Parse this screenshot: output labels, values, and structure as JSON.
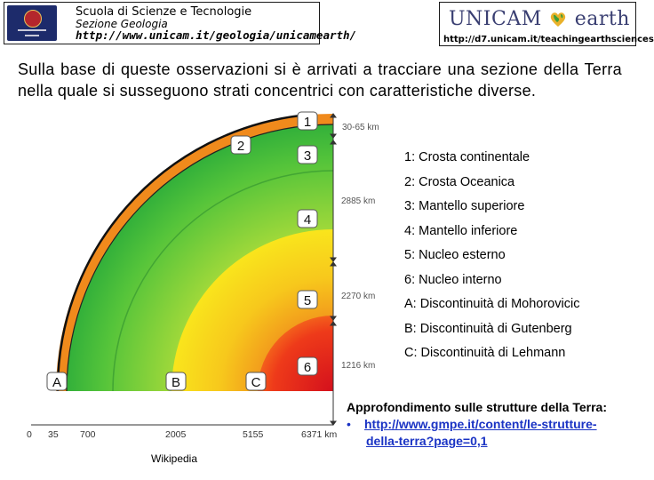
{
  "header": {
    "institution": "Scuola di Scienze e Tecnologie",
    "section": "Sezione Geologia",
    "url": "http://www.unicam.it/geologia/unicamearth/",
    "brand_left": "UNICAM",
    "brand_right": "earth",
    "brand_url": "http://d7.unicam.it/teachingearthsciences"
  },
  "intro": {
    "line1": "Sulla base di queste osservazioni si è arrivati a tracciare una sezione della Terra",
    "line2": "nella quale si susseguono strati concentrici con caratteristiche diverse."
  },
  "diagram": {
    "layer_markers": [
      "1",
      "2",
      "3",
      "4",
      "5",
      "6"
    ],
    "boundary_markers": [
      "A",
      "B",
      "C"
    ],
    "thickness_labels": [
      "30-65 km",
      "2885 km",
      "2270 km",
      "1216 km"
    ],
    "depth_ticks": [
      "0",
      "35",
      "700",
      "2005",
      "5155",
      "6371 km"
    ],
    "colors": {
      "crust": "#f28c1c",
      "mantle_outer": "#3cb53c",
      "mantle_inner": "#7ed13a",
      "outer_core": "#f5d11c",
      "inner_core": "#e8261a"
    }
  },
  "legend": {
    "items": [
      "1: Crosta continentale",
      "2: Crosta Oceanica",
      "3: Mantello superiore",
      "4: Mantello inferiore",
      "5: Nucleo esterno",
      "6: Nucleo interno",
      "A: Discontinuità di Mohorovicic",
      "B: Discontinuità di Gutenberg",
      "C: Discontinuità di Lehmann"
    ]
  },
  "further": {
    "title": "Approfondimento sulle strutture della Terra:",
    "bullet": "•",
    "link_line1": "http://www.gmpe.it/content/le-strutture-",
    "link_line2": "della-terra?page=0,1"
  },
  "credit": "Wikipedia"
}
